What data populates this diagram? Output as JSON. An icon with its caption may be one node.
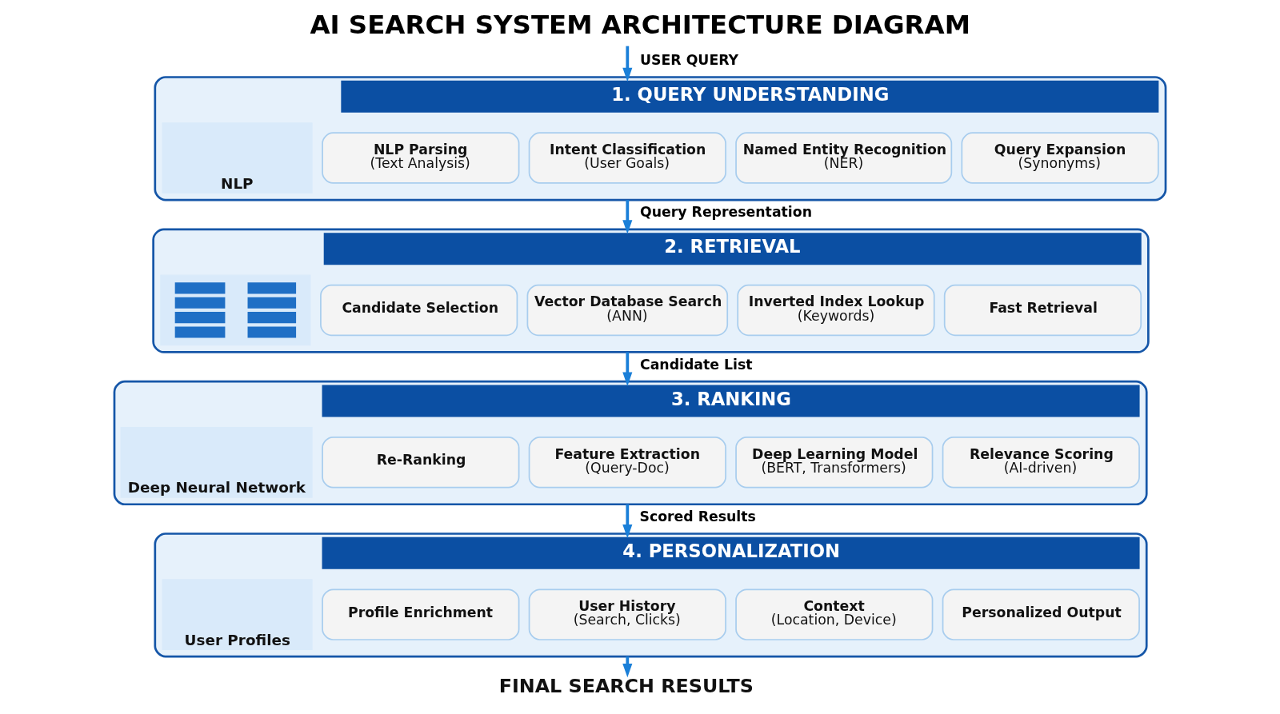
{
  "diagram": {
    "title": "AI SEARCH SYSTEM ARCHITECTURE DIAGRAM",
    "nodes": [
      {
        "text": [
          "1. QUERY UNDERSTANDING"
        ]
      },
      {
        "text": [
          "NLP"
        ],
        "in": 0
      },
      {
        "text": [
          "NLP Parsing",
          "(Text Analysis)"
        ],
        "in": 0
      },
      {
        "text": [
          "Intent Classification",
          "(User Goals)"
        ],
        "in": 0
      },
      {
        "text": [
          "Named Entity Recognition",
          "(NER)"
        ],
        "in": 0
      },
      {
        "text": [
          "Query Expansion",
          "(Synonyms)"
        ],
        "in": 0
      },
      {
        "text": [
          "2. RETRIEVAL"
        ]
      },
      {
        "text": [],
        "shape": "picture",
        "in": 6
      },
      {
        "text": [
          "Candidate Selection"
        ],
        "in": 6
      },
      {
        "text": [
          "Vector Database Search",
          "(ANN)"
        ],
        "in": 6
      },
      {
        "text": [
          "Inverted Index Lookup",
          "(Keywords)"
        ],
        "in": 6
      },
      {
        "text": [
          "Fast Retrieval"
        ],
        "in": 6
      },
      {
        "text": [
          "3. RANKING"
        ]
      },
      {
        "text": [
          "Deep Neural Network"
        ],
        "in": 12
      },
      {
        "text": [
          "Re-Ranking"
        ],
        "in": 12
      },
      {
        "text": [
          "Feature Extraction",
          "(Query-Doc)"
        ],
        "in": 12
      },
      {
        "text": [
          "Deep Learning Model",
          "(BERT, Transformers)"
        ],
        "in": 12
      },
      {
        "text": [
          "Relevance Scoring",
          "(AI-driven)"
        ],
        "in": 12
      },
      {
        "text": [
          "4. PERSONALIZATION"
        ]
      },
      {
        "text": [
          "User Profiles"
        ],
        "in": 18
      },
      {
        "text": [
          "Profile Enrichment"
        ],
        "in": 18
      },
      {
        "text": [
          "User History",
          "(Search, Clicks)"
        ],
        "in": 18
      },
      {
        "text": [
          "Context",
          "(Location, Device)"
        ],
        "in": 18
      },
      {
        "text": [
          "Personalized Output"
        ],
        "in": 18
      },
      {
        "text": [
          "FINAL SEARCH RESULTS"
        ]
      }
    ],
    "edges": [
      {
        "from": null,
        "to": 0,
        "arrow": "to",
        "label": "USER QUERY"
      },
      {
        "from": 0,
        "to": 6,
        "arrow": "to",
        "label": "Query Representation"
      },
      {
        "from": 6,
        "to": 12,
        "arrow": "to",
        "label": "Candidate List"
      },
      {
        "from": 12,
        "to": 18,
        "arrow": "to",
        "label": "Scored Results"
      },
      {
        "from": 18,
        "to": 24,
        "arrow": "to"
      }
    ]
  }
}
